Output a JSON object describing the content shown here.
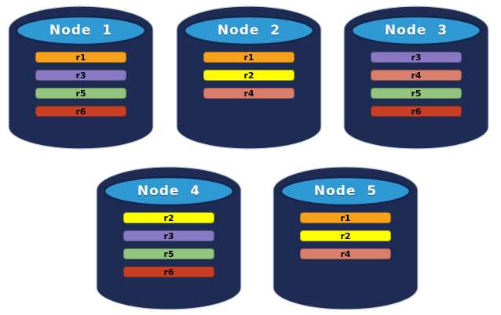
{
  "diagram": {
    "description": "Five database nodes each storing a subset of replicas r1-r6",
    "background_color": "#ffffff",
    "cylinder": {
      "body_color": "#1E2B52",
      "outline_color": "#C7CDD6",
      "top_color": "#2F99D4",
      "top_stroke_color": "#16254C"
    },
    "replica_colors": {
      "r1": "#F9A11B",
      "r2": "#FFFF00",
      "r3": "#8879C4",
      "r4": "#D97E6D",
      "r5": "#92C47D",
      "r6": "#C74026"
    },
    "nodes": [
      {
        "title": "Node  1",
        "bars": [
          {
            "label": "r1",
            "color": "#F9A11B"
          },
          {
            "label": "r3",
            "color": "#8879C4"
          },
          {
            "label": "r5",
            "color": "#92C47D"
          },
          {
            "label": "r6",
            "color": "#C74026"
          }
        ]
      },
      {
        "title": "Node  2",
        "bars": [
          {
            "label": "r1",
            "color": "#F9A11B"
          },
          {
            "label": "r2",
            "color": "#FFFF00"
          },
          {
            "label": "r4",
            "color": "#D97E6D"
          }
        ]
      },
      {
        "title": "Node  3",
        "bars": [
          {
            "label": "r3",
            "color": "#8879C4"
          },
          {
            "label": "r4",
            "color": "#D97E6D"
          },
          {
            "label": "r5",
            "color": "#92C47D"
          },
          {
            "label": "r6",
            "color": "#C74026"
          }
        ]
      },
      {
        "title": "Node  4",
        "bars": [
          {
            "label": "r2",
            "color": "#FFFF00"
          },
          {
            "label": "r3",
            "color": "#8879C4"
          },
          {
            "label": "r5",
            "color": "#92C47D"
          },
          {
            "label": "r6",
            "color": "#C74026"
          }
        ]
      },
      {
        "title": "Node  5",
        "bars": [
          {
            "label": "r1",
            "color": "#F9A11B"
          },
          {
            "label": "r2",
            "color": "#FFFF00"
          },
          {
            "label": "r4",
            "color": "#D97E6D"
          }
        ]
      }
    ]
  }
}
